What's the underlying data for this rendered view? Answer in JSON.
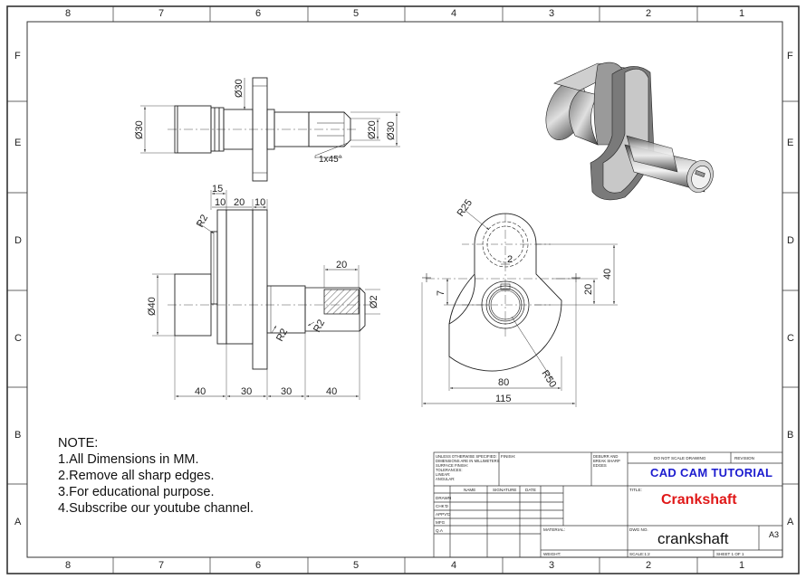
{
  "zones": {
    "columns": [
      "8",
      "7",
      "6",
      "5",
      "4",
      "3",
      "2",
      "1"
    ],
    "rows": [
      "F",
      "E",
      "D",
      "C",
      "B",
      "A"
    ]
  },
  "dimensions": {
    "front_top": {
      "d30_left": "Ø30",
      "d30_flange": "Ø30",
      "d20": "Ø20",
      "d30_right": "Ø30",
      "chamfer": "1x45°"
    },
    "front_bottom": {
      "w15": "15",
      "w10a": "10",
      "w20": "20",
      "w10b": "10",
      "r2_top": "R2",
      "d40": "Ø40",
      "w20_key": "20",
      "d2": "Ø2",
      "r2_a": "R2",
      "r2_b": "R2",
      "b40a": "40",
      "b30a": "30",
      "b30b": "30",
      "b40b": "40"
    },
    "side": {
      "r25": "R25",
      "v2": "2",
      "v40": "40",
      "v20": "20",
      "v7": "7",
      "r50": "R50",
      "w80": "80",
      "w115": "115"
    }
  },
  "notes": [
    "NOTE:",
    "1.All Dimensions in MM.",
    "2.Remove all sharp edges.",
    "3.For educational purpose.",
    "4.Subscribe our youtube channel."
  ],
  "title_block": {
    "spec_text": "UNLESS OTHERWISE SPECIFIED:\nDIMENSIONS ARE IN MILLIMETERS\nSURFACE FINISH:\nTOLERANCES:\n  LINEAR:\n  ANGULAR:",
    "finish": "FINISH:",
    "deburr": "DEBURR AND\nBREAK SHARP\nEDGES",
    "no_scale": "DO NOT SCALE DRAWING",
    "revision": "REVISION",
    "company": "CAD CAM TUTORIAL",
    "title_label": "TITLE:",
    "title": "Crankshaft",
    "col_name": "NAME",
    "col_signature": "SIGNATURE",
    "col_date": "DATE",
    "rows": [
      "DRAWN",
      "CHK'D",
      "APPV'D",
      "MFG",
      "Q.A"
    ],
    "material": "MATERIAL:",
    "weight": "WEIGHT:",
    "dwg_no_label": "DWG NO.",
    "dwg_no": "crankshaft",
    "size": "A3",
    "scale": "SCALE:1:2",
    "sheet": "SHEET 1 OF 1"
  }
}
